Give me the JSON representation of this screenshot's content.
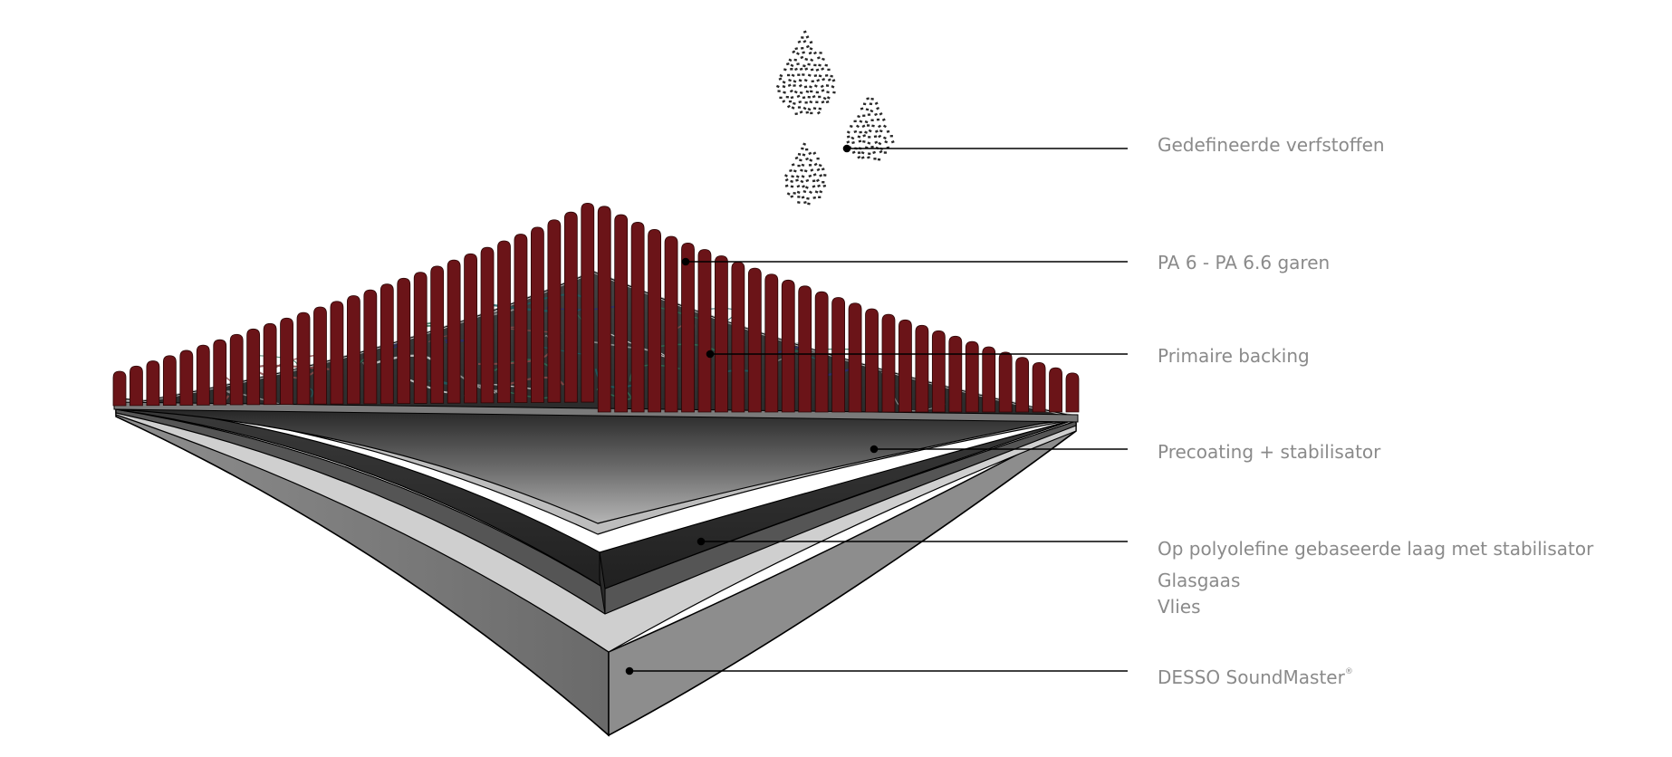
{
  "colors": {
    "pile": "#6b1418",
    "label_text": "#8a8a8a",
    "leader_line": "#000000"
  },
  "icons": {
    "dye_drops": "dotted-droplets-icon"
  },
  "labels": {
    "dyes": "Gedefineerde verfstoffen",
    "yarn": "PA 6 - PA 6.6 garen",
    "primary_backing": "Primaire backing",
    "precoating": "Precoating + stabilisator",
    "polyolefin_layer": "Op polyolefine gebaseerde laag met stabilisator",
    "glass_mesh": "Glasgaas",
    "fleece": "Vlies",
    "soundmaster": "DESSO SoundMaster",
    "soundmaster_mark": "®"
  }
}
